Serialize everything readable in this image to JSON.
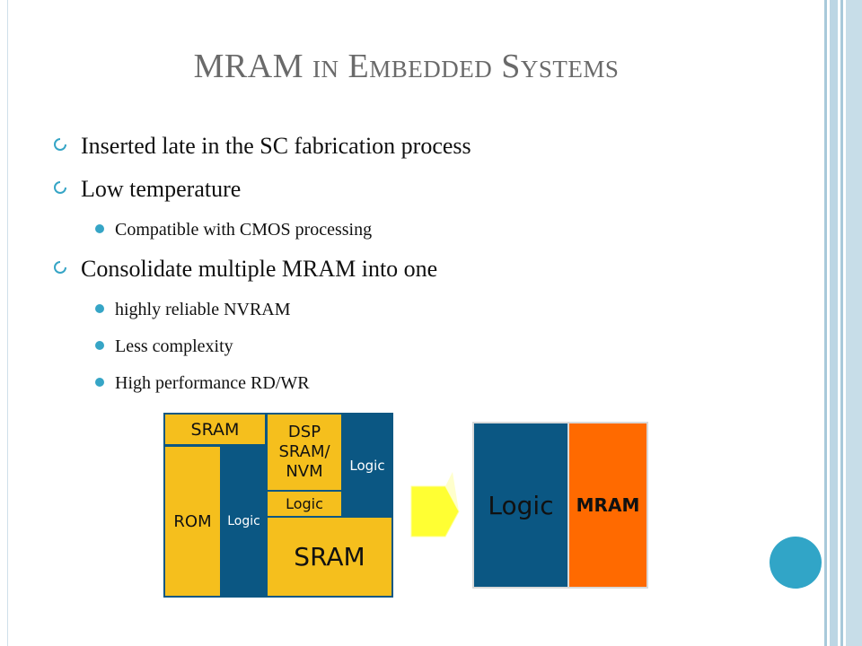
{
  "title": "MRAM in Embedded Systems",
  "bullets": [
    {
      "text": "Inserted late in the SC fabrication process",
      "sub": []
    },
    {
      "text": "Low temperature",
      "sub": [
        "Compatible with CMOS processing"
      ]
    },
    {
      "text": "Consolidate multiple MRAM into one",
      "sub": [
        "highly reliable NVRAM",
        "Less complexity",
        "High performance RD/WR"
      ]
    }
  ],
  "diagram": {
    "left_chip": {
      "sram_top": "SRAM",
      "dsp": "DSP SRAM/ NVM",
      "logic_right": "Logic",
      "logic_small": "Logic",
      "rom": "ROM",
      "logic_mid": "Logic",
      "sram_bottom": "SRAM"
    },
    "right_chip": {
      "logic": "Logic",
      "mram": "MRAM"
    },
    "colors": {
      "yellow": "#f5bf1d",
      "blue": "#0b5783",
      "orange": "#ff6a00",
      "accent": "#36a5c6"
    }
  }
}
